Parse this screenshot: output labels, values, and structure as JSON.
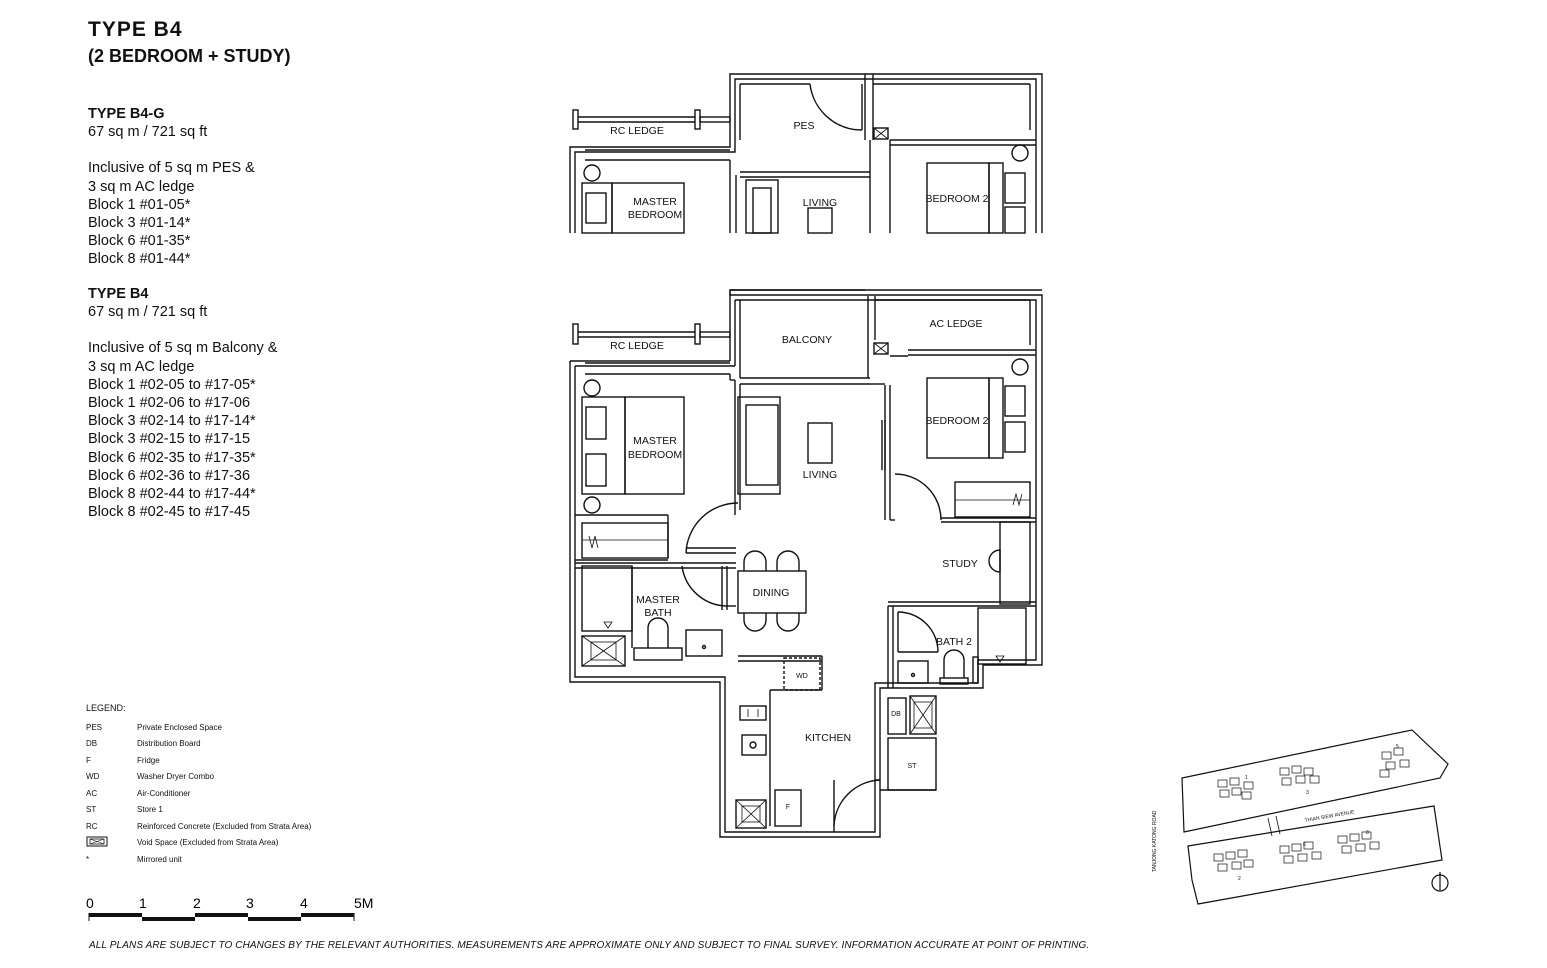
{
  "header": {
    "title": "TYPE  B4",
    "subtitle": "(2 BEDROOM + STUDY)"
  },
  "variants": [
    {
      "name": "TYPE B4-G",
      "area": "67 sq m / 721 sq ft",
      "lines": [
        "Inclusive of 5 sq m PES &",
        "3 sq m AC ledge",
        "Block 1 #01-05*",
        "Block 3 #01-14*",
        "Block 6 #01-35*",
        "Block 8 #01-44*"
      ]
    },
    {
      "name": "TYPE B4",
      "area": "67 sq m / 721 sq ft",
      "lines": [
        "Inclusive of 5 sq m Balcony &",
        "3 sq m AC ledge",
        "Block 1 #02-05 to #17-05*",
        "Block 1 #02-06 to #17-06",
        "Block 3 #02-14 to #17-14*",
        "Block 3 #02-15 to #17-15",
        "Block 6 #02-35 to #17-35*",
        "Block 6 #02-36 to #17-36",
        "Block 8 #02-44 to #17-44*",
        "Block 8 #02-45 to #17-45"
      ]
    }
  ],
  "plan_g_labels": {
    "rc_ledge": "RC LEDGE",
    "pes": "PES",
    "master_bedroom_1": "MASTER",
    "master_bedroom_2": "BEDROOM",
    "living": "LIVING",
    "bedroom2": "BEDROOM 2"
  },
  "plan_labels": {
    "rc_ledge": "RC LEDGE",
    "balcony": "BALCONY",
    "ac_ledge": "AC LEDGE",
    "master_bedroom_1": "MASTER",
    "master_bedroom_2": "BEDROOM",
    "living": "LIVING",
    "bedroom2": "BEDROOM 2",
    "study": "STUDY",
    "dining": "DINING",
    "master_bath_1": "MASTER",
    "master_bath_2": "BATH",
    "bath2": "BATH 2",
    "wd": "WD",
    "kitchen": "KITCHEN",
    "db": "DB",
    "st": "ST",
    "f": "F"
  },
  "legend": {
    "heading": "LEGEND:",
    "items": [
      {
        "key": "PES",
        "desc": "Private Enclosed Space"
      },
      {
        "key": "DB",
        "desc": "Distribution Board"
      },
      {
        "key": "F",
        "desc": "Fridge"
      },
      {
        "key": "WD",
        "desc": "Washer Dryer Combo"
      },
      {
        "key": "AC",
        "desc": "Air-Conditioner"
      },
      {
        "key": "ST",
        "desc": "Store 1"
      },
      {
        "key": "RC",
        "desc": "Reinforced Concrete (Excluded from Strata Area)"
      },
      {
        "key": "",
        "desc": "Void Space (Excluded from Strata Area)"
      },
      {
        "key": "*",
        "desc": "Mirrored unit"
      }
    ]
  },
  "scale": {
    "ticks": [
      "0",
      "1",
      "2",
      "3",
      "4",
      "5M"
    ]
  },
  "site_plan": {
    "road_left": "TANJONG KATONG ROAD",
    "road_mid": "THIAN SIEW AVENUE",
    "blocks": [
      "1",
      "2",
      "3",
      "5",
      "6",
      "8"
    ]
  },
  "disclaimer": "ALL PLANS ARE SUBJECT TO CHANGES BY THE RELEVANT AUTHORITIES. MEASUREMENTS ARE APPROXIMATE ONLY AND SUBJECT TO FINAL SURVEY. INFORMATION ACCURATE AT POINT OF PRINTING."
}
